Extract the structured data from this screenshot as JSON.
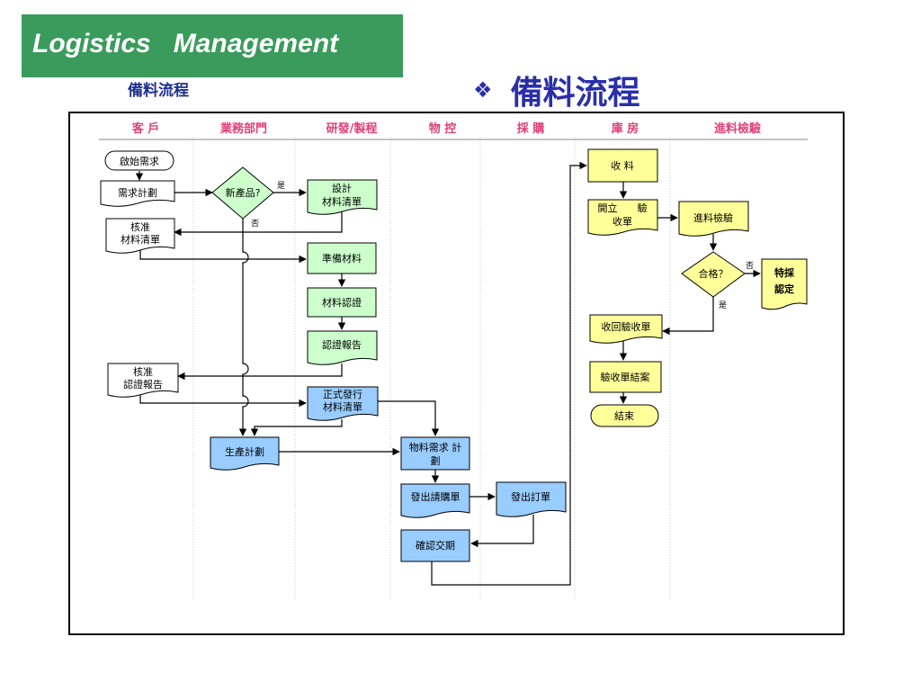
{
  "banner": {
    "title": "Logistics   Management"
  },
  "subtitle": "備料流程",
  "heading": {
    "bullet": "❖",
    "text": "備料流程"
  },
  "lanes": [
    "客 戶",
    "業務部門",
    "研發/製程",
    "物 控",
    "採 購",
    "庫 房",
    "進料檢驗"
  ],
  "nodes": {
    "start": "啟始需求",
    "demand_plan": "需求計劃",
    "new_product": "新產品?",
    "design_bom_1": "設計",
    "design_bom_2": "材料清單",
    "approve_bom_1": "核准",
    "approve_bom_2": "材料清單",
    "prepare_material": "準備材料",
    "material_cert": "材料認證",
    "cert_report": "認證報告",
    "approve_report_1": "核准",
    "approve_report_2": "認證報告",
    "formal_bom_1": "正式發行",
    "formal_bom_2": "材料清單",
    "production_plan": "生產計劃",
    "material_req_1": "物料需求 計",
    "material_req_2": "劃",
    "purchase_req": "發出請購單",
    "purchase_order": "發出訂單",
    "confirm_delivery": "確認交期",
    "receive": "收 料",
    "open_receipt_1": "開立　　驗",
    "open_receipt_2": "收單",
    "incoming_inspection": "進料檢驗",
    "qualified": "合格？",
    "special_purchase_1": "特採",
    "special_purchase_2": "認定",
    "recover_receipt": "收回驗收單",
    "close_receipt": "驗收單結案",
    "end": "結束"
  },
  "edge_labels": {
    "yes": "是",
    "no": "否"
  },
  "colors": {
    "banner": "#3a9b5c",
    "heading": "#2a2fa8",
    "lane_header": "#e0407a",
    "green_fill": "#ccffcc",
    "blue_fill": "#99ccff",
    "yellow_fill": "#ffff99",
    "white_fill": "#ffffff"
  }
}
